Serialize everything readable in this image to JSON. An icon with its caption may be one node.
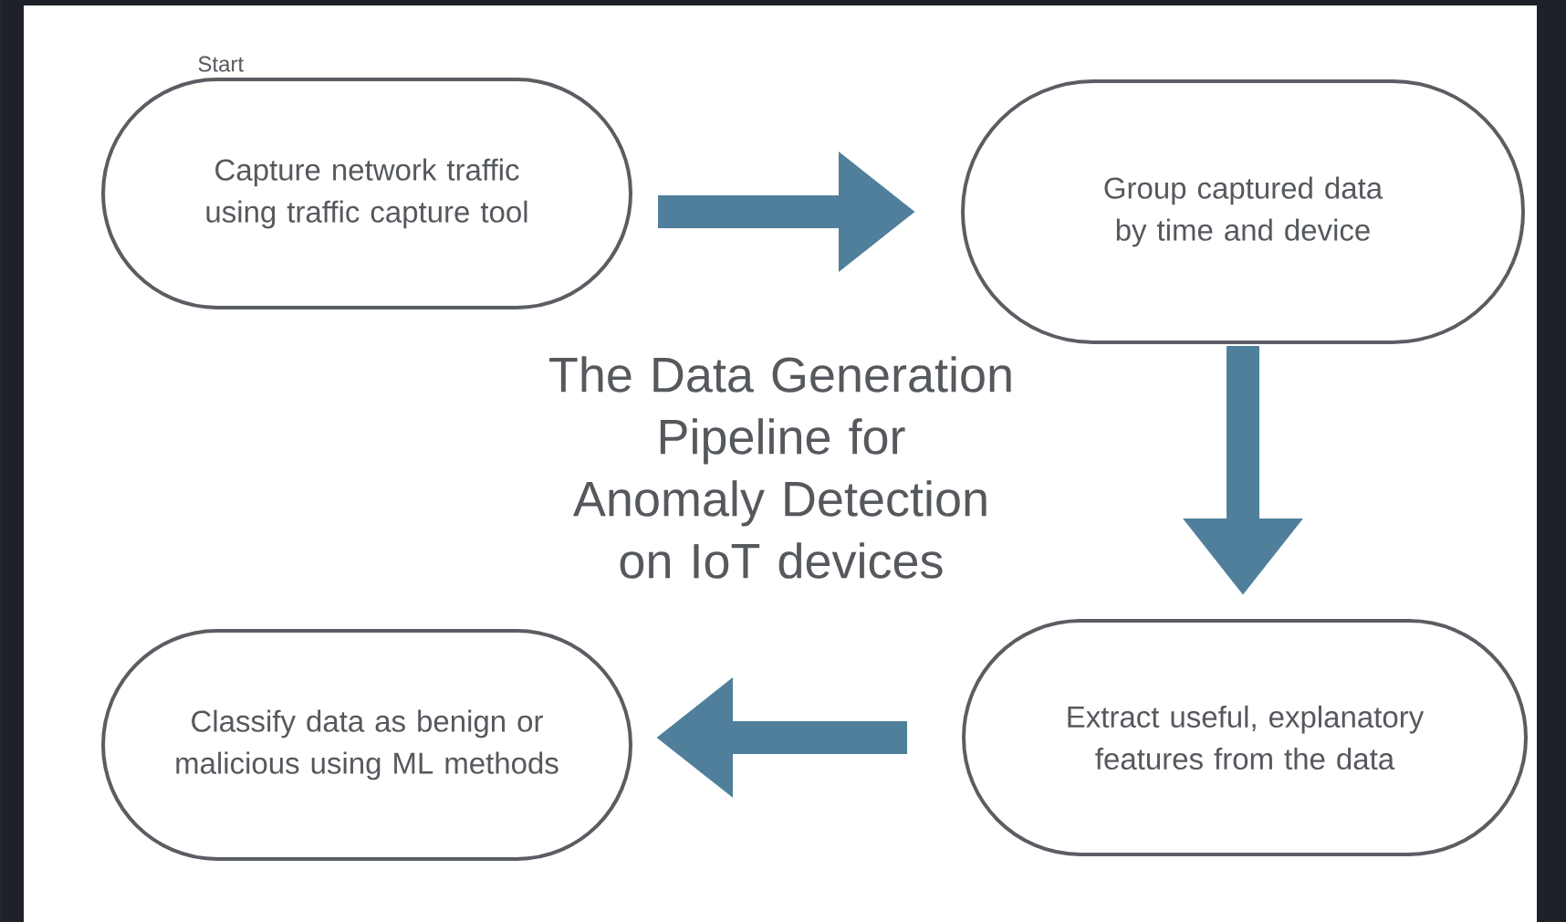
{
  "diagram": {
    "title": "The Data Generation Pipeline for Anomaly Detection on IoT devices",
    "nodes": [
      {
        "text": [
          "Capture network traffic using traffic capture tool"
        ],
        "beside": [
          "Start"
        ]
      },
      {
        "text": [
          "Group captured data by time and device"
        ]
      },
      {
        "text": [
          "Extract useful, explanatory features from the data"
        ]
      },
      {
        "text": [
          "Classify data as benign or malicious using ML methods"
        ]
      }
    ],
    "edges": [
      {
        "from": 0,
        "to": 1,
        "arrow": "to"
      },
      {
        "from": 1,
        "to": 2,
        "arrow": "to"
      },
      {
        "from": 2,
        "to": 3,
        "arrow": "to"
      }
    ]
  }
}
